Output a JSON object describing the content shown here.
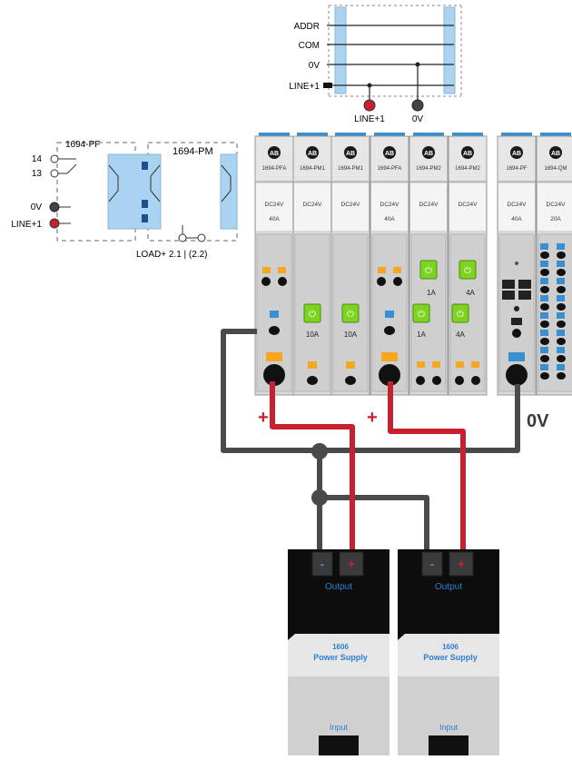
{
  "bus_diagram": {
    "labels": [
      "ADDR",
      "COM",
      "0V",
      "LINE+1"
    ],
    "bottom_labels": [
      "LINE+1",
      "0V"
    ]
  },
  "schematic": {
    "pf_label": "1694-PF",
    "pm_label": "1694-PM",
    "terminals": [
      "14",
      "13",
      "0V",
      "LINE+1"
    ],
    "load_label": "LOAD+ 2.1 | (2.2)"
  },
  "modules": [
    {
      "model": "1694-PFA",
      "voltage": "DC24V",
      "rating": "40A",
      "variant": "pfa"
    },
    {
      "model": "1694-PM1",
      "voltage": "DC24V",
      "rating": "",
      "variant": "pm1",
      "fuse": "10A"
    },
    {
      "model": "1694-PM1",
      "voltage": "DC24V",
      "rating": "",
      "variant": "pm1",
      "fuse": "10A"
    },
    {
      "model": "1694-PFA",
      "voltage": "DC24V",
      "rating": "40A",
      "variant": "pfa"
    },
    {
      "model": "1694-PM2",
      "voltage": "DC24V",
      "rating": "",
      "variant": "pm2",
      "fuses": [
        "1A",
        "1A"
      ]
    },
    {
      "model": "1694-PM2",
      "voltage": "DC24V",
      "rating": "",
      "variant": "pm2",
      "fuses": [
        "4A",
        "4A"
      ]
    },
    {
      "model": "1694-PF",
      "voltage": "DC24V",
      "rating": "40A",
      "variant": "pf"
    },
    {
      "model": "1694-QM",
      "voltage": "DC24V",
      "rating": "20A",
      "variant": "qm"
    }
  ],
  "brand_logo": "AB",
  "wiring": {
    "plus_label": "+",
    "zero_v_label": "0V"
  },
  "power_supplies": [
    {
      "minus": "-",
      "plus": "+",
      "output_label": "Output",
      "model": "1606",
      "name": "Power Supply",
      "input_label": "Input"
    },
    {
      "minus": "-",
      "plus": "+",
      "output_label": "Output",
      "model": "1606",
      "name": "Power Supply",
      "input_label": "Input"
    }
  ],
  "colors": {
    "accent_blue": "#9fd0f2",
    "wire_red": "#c8202e",
    "wire_gray": "#4a4a4a",
    "fuse_green": "#7ed321",
    "terminal_orange": "#f5a623",
    "terminal_blue": "#3a8fd0",
    "label_blue": "#2b7fd4"
  }
}
